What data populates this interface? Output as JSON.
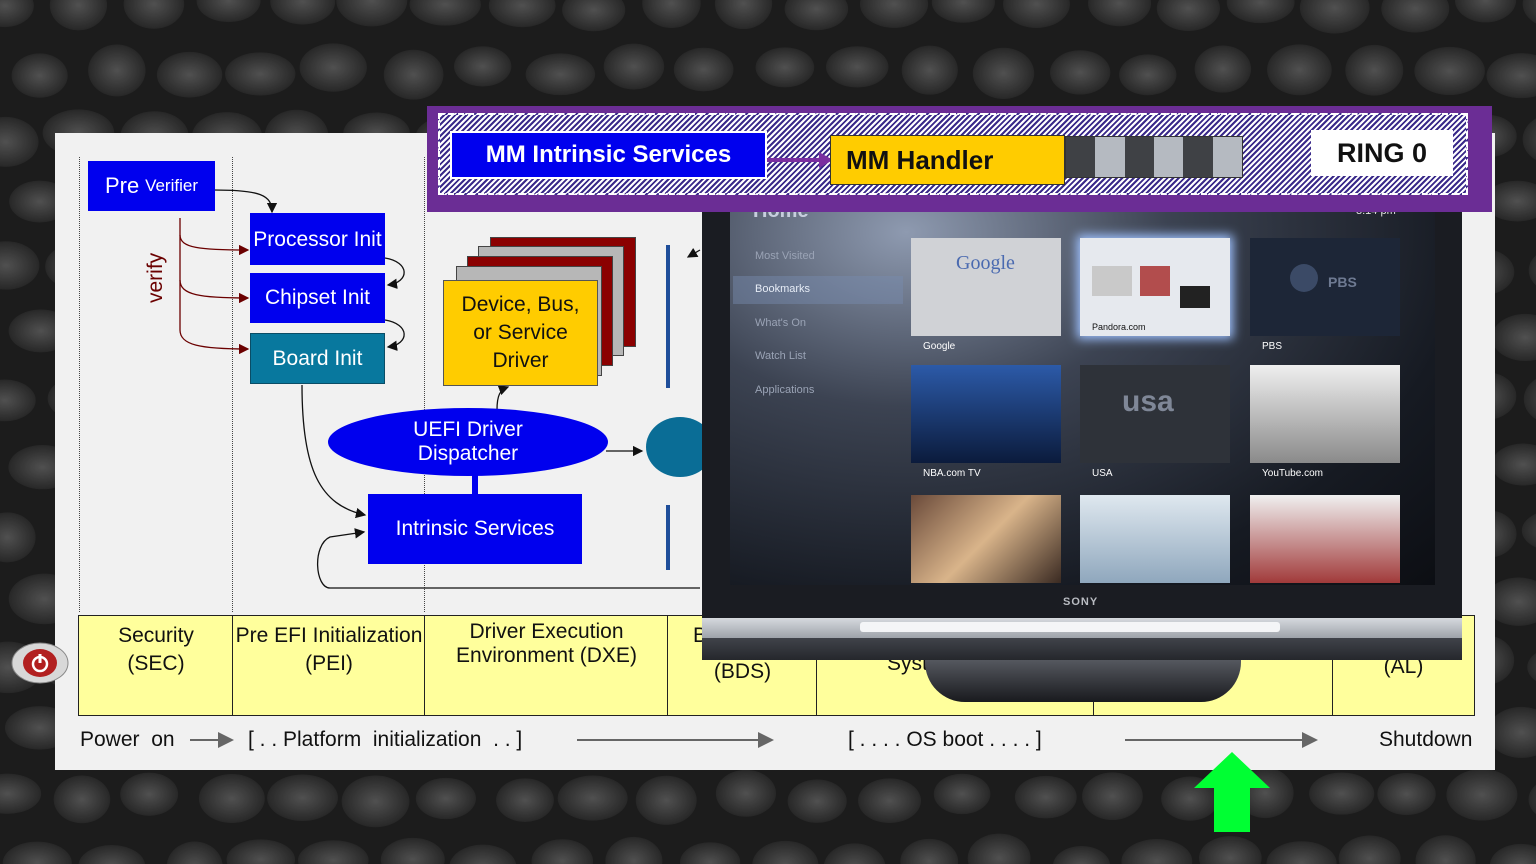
{
  "colors": {
    "blue_box": "#0000ee",
    "teal_box": "#08789e",
    "yellow_box": "#ffcc00",
    "phase_fill": "#ffff9c",
    "ring_purple": "#6b2d95",
    "arrow_green": "#00ff33"
  },
  "sec": {
    "pre_verifier_1": "Pre",
    "pre_verifier_2": "Verifier",
    "verify_label": "verify"
  },
  "pei": {
    "processor_init": "Processor Init",
    "chipset_init": "Chipset Init",
    "board_init": "Board Init"
  },
  "dxe": {
    "device_driver": "Device,  Bus, or Service Driver",
    "dispatcher": "UEFI Driver Dispatcher",
    "intrinsic": "Intrinsic  Services"
  },
  "mm": {
    "intrinsic": "MM  Intrinsic Services",
    "handler": "MM Handler",
    "ring": "RING 0"
  },
  "phases": [
    {
      "id": "sec",
      "label": "Security (SEC)"
    },
    {
      "id": "pei",
      "label": "Pre EFI Initialization  (PEI)"
    },
    {
      "id": "dxe",
      "label": "Driver Execution Environment  (DXE)"
    },
    {
      "id": "bds",
      "label_top": "B",
      "label_bottom": "(BDS)"
    },
    {
      "id": "tsl",
      "label": "System"
    },
    {
      "id": "rt",
      "label": ")"
    },
    {
      "id": "al",
      "label": "(AL)"
    }
  ],
  "timeline": {
    "power_on": "Power  on",
    "platform": "[ . . Platform  initialization  . . ]",
    "os_boot": "[ . . . . OS boot . . . . ]",
    "shutdown": "Shutdown"
  },
  "tv": {
    "brand": "SONY",
    "home": "Home",
    "time": "3:14 pm",
    "menu": [
      "Most Visited",
      "Bookmarks",
      "What's On",
      "Watch List",
      "Applications"
    ],
    "tiles": [
      "Google",
      "Pandora.com",
      "PBS",
      "NBA.com TV",
      "USA",
      "YouTube.com",
      "",
      "",
      ""
    ]
  }
}
